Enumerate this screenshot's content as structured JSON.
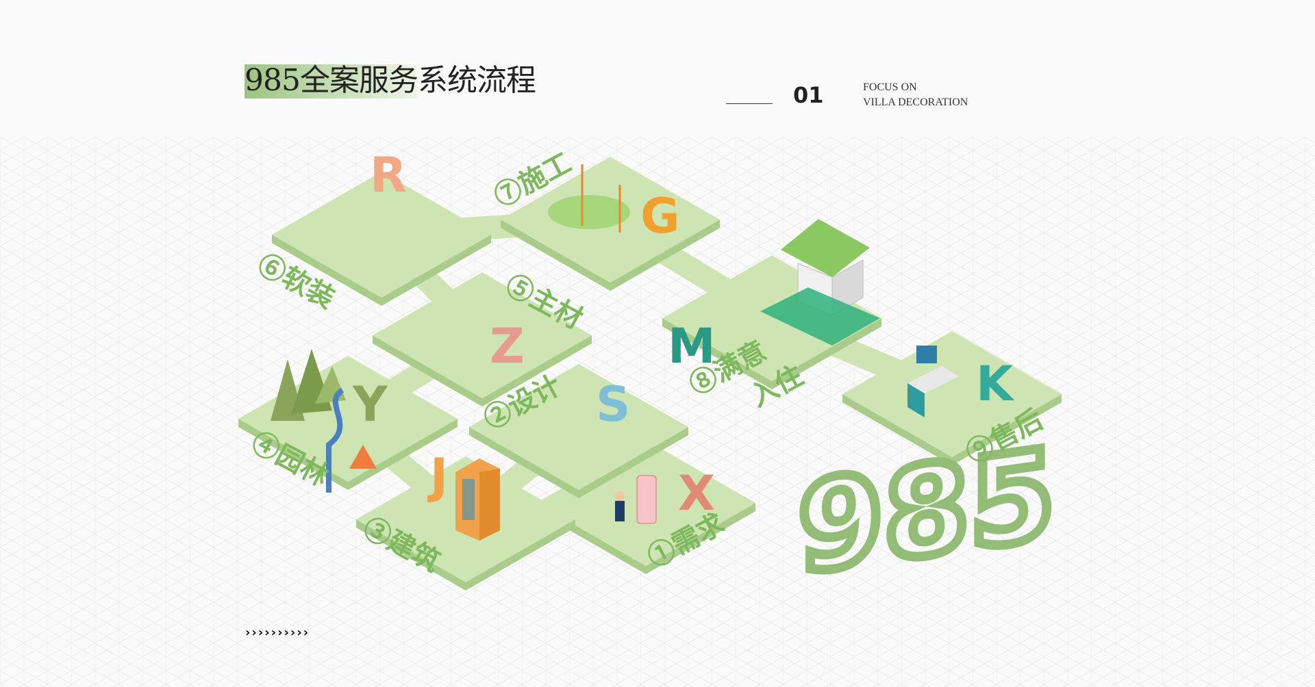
{
  "header": {
    "title": "985全案服务系统流程",
    "section_number": "01",
    "focus_line1": "FOCUS ON",
    "focus_line2": "VILLA DECORATION"
  },
  "footer": {
    "arrows": "››››››››››"
  },
  "steps": [
    {
      "num": "①",
      "name": "需求",
      "letter": "X"
    },
    {
      "num": "②",
      "name": "设计",
      "letter": "S"
    },
    {
      "num": "③",
      "name": "建筑",
      "letter": "J"
    },
    {
      "num": "④",
      "name": "园林",
      "letter": "Y"
    },
    {
      "num": "⑤",
      "name": "主材",
      "letter": "Z"
    },
    {
      "num": "⑥",
      "name": "软装",
      "letter": "R"
    },
    {
      "num": "⑦",
      "name": "施工",
      "letter": "G"
    },
    {
      "num": "⑧",
      "name": "满意",
      "name2": "入住",
      "letter": "M"
    },
    {
      "num": "⑨",
      "name": "售后",
      "letter": "K"
    }
  ],
  "logo_number": "985",
  "colors": {
    "accent": "#7db85c",
    "tile_top": "#cfe4b3",
    "tile_side": "#a9cc8a",
    "teal": "#2fa58e",
    "orange": "#f0a24a"
  }
}
